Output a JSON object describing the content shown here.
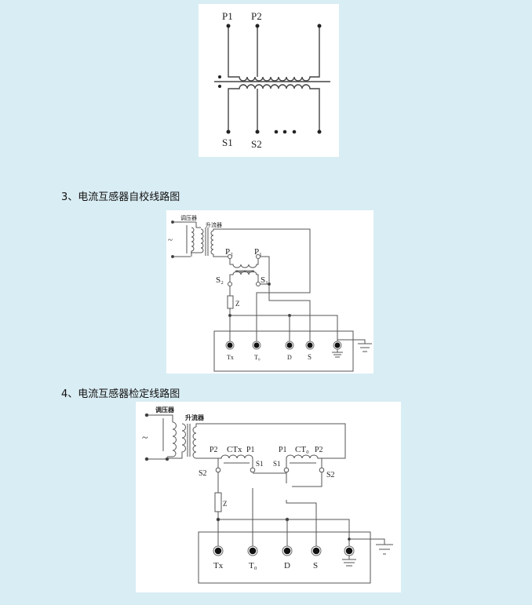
{
  "figure1": {
    "labels": {
      "p1": "P1",
      "p2": "P2",
      "s1": "S1",
      "s2": "S2"
    }
  },
  "section3": {
    "heading": "3、电流互感器自校线路图",
    "labels": {
      "regulator": "调压器",
      "booster": "升流器",
      "ac": "~",
      "p1": "P₁",
      "p2": "P₂",
      "s1": "S₁",
      "s2": "S₂",
      "z": "Z"
    },
    "terminals": [
      "Tx",
      "T₀",
      "D",
      "S"
    ]
  },
  "section4": {
    "heading": "4、电流互感器检定线路图",
    "labels": {
      "regulator": "调压器",
      "booster": "升流器",
      "ac": "~",
      "ctx": "CTx",
      "ct0": "CT₀",
      "p1": "P1",
      "p2": "P2",
      "s1": "S1",
      "s2": "S2",
      "z": "Z"
    },
    "terminals": [
      "Tx",
      "T₀",
      "D",
      "S"
    ]
  }
}
